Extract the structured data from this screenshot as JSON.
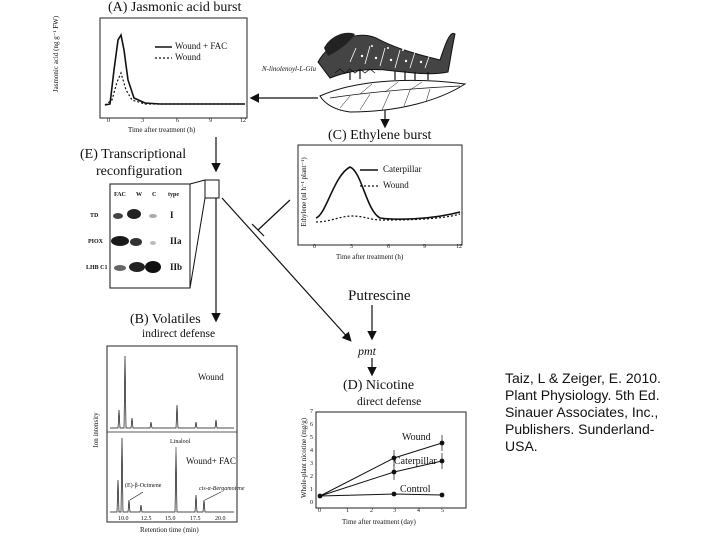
{
  "panelA": {
    "title": "(A) Jasmonic acid burst",
    "ylabel": "Jasmonic acid (ng g⁻¹ FW)",
    "xlabel": "Time after treatment (h)",
    "legend": [
      "Wound + FAC",
      "Wound"
    ],
    "xticks": [
      "0",
      "3",
      "6",
      "9",
      "12"
    ]
  },
  "compound_label": "N-linolenoyl-L-Glu",
  "panelC": {
    "title": "(C) Ethylene burst",
    "ylabel": "Ethylene (nl h⁻¹ plant⁻¹)",
    "xlabel": "Time after treatment (h)",
    "legend": [
      "Caterpillar",
      "Wound"
    ],
    "xticks": [
      "0",
      "3",
      "6",
      "9",
      "12"
    ]
  },
  "panelE": {
    "title_line1": "(E) Transcriptional",
    "title_line2": "reconfiguration",
    "col_headers": [
      "FAC",
      "W",
      "C",
      "type"
    ],
    "rows": [
      {
        "gene": "TD",
        "type": "I"
      },
      {
        "gene": "PIOX",
        "type": "IIa"
      },
      {
        "gene": "LHB C1",
        "type": "IIb"
      }
    ]
  },
  "panelB": {
    "title": "(B) Volatiles",
    "subtitle": "indirect defense",
    "ylabel": "Ion intensity",
    "xlabel": "Retention time (min)",
    "top_label": "Wound",
    "bottom_label": "Wound+ FAC",
    "peak_labels": [
      "Linalool",
      "(E)-β-Ocimene",
      "cis-α-Bergamotene"
    ],
    "xticks": [
      "10.0",
      "12.5",
      "15.0",
      "17.5",
      "20.0"
    ]
  },
  "putrescine": "Putrescine",
  "pmt": "pmt",
  "panelD": {
    "title": "(D) Nicotine",
    "subtitle": "direct defense",
    "ylabel": "Whole-plant nicotine (mg/g)",
    "xlabel": "Time after treatment (day)",
    "series_labels": [
      "Wound",
      "Caterpillar",
      "Control"
    ],
    "xticks": [
      "0",
      "1",
      "2",
      "3",
      "4",
      "5"
    ],
    "yticks": [
      "0",
      "1",
      "2",
      "3",
      "4",
      "5",
      "6",
      "7"
    ]
  },
  "citation": [
    "Taiz, L & Zeiger, E. 2010.",
    "Plant Physiology. 5th Ed.",
    "Sinauer Associates, Inc.,",
    "Publishers. Sunderland-",
    "USA."
  ]
}
